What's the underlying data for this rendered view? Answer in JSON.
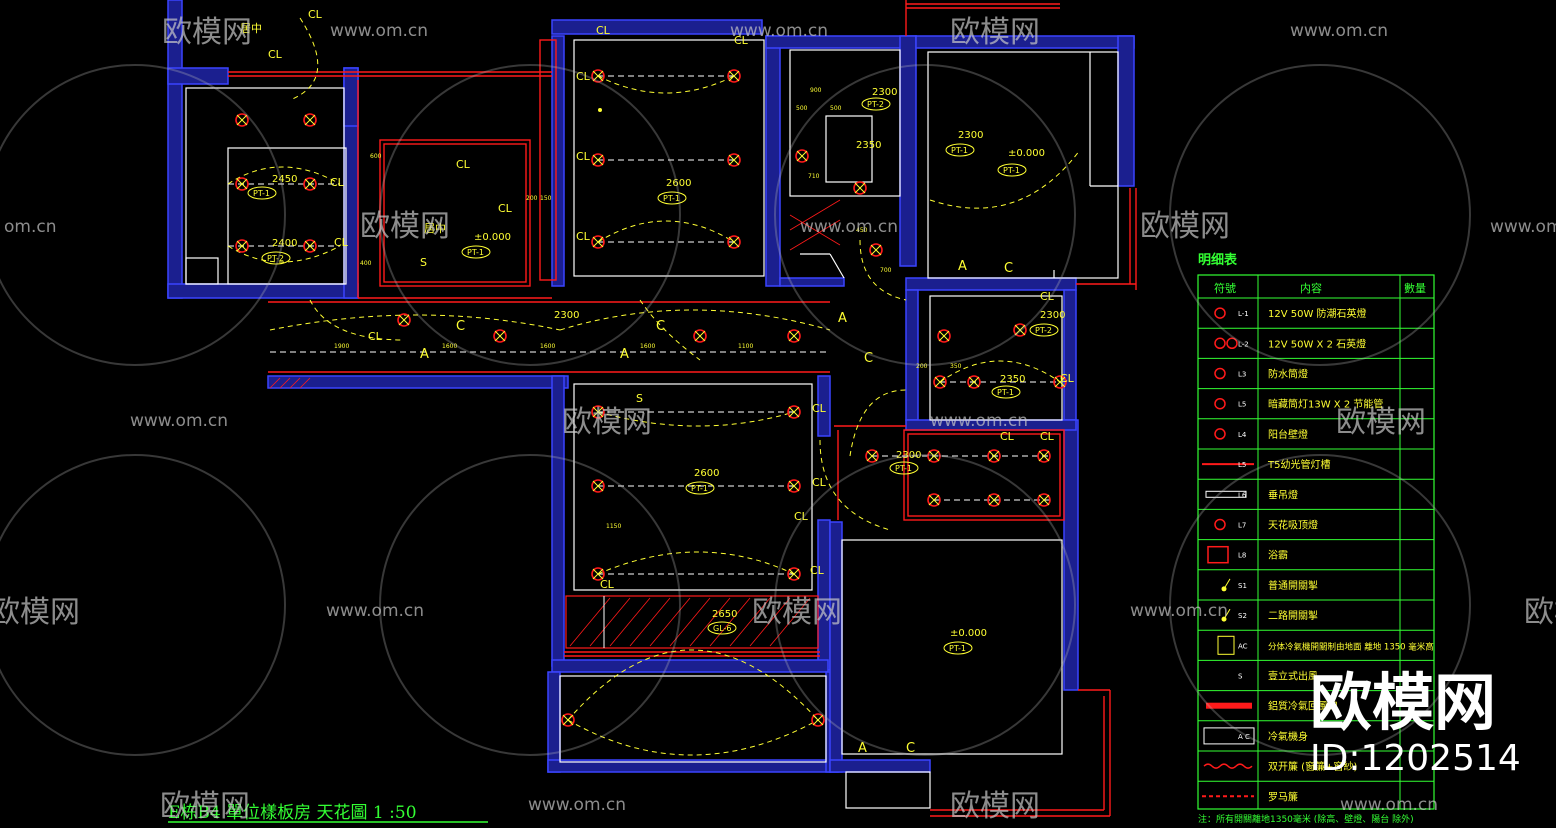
{
  "drawing": {
    "title": "E栋B4 單位樣板房  天花圖  1 :50"
  },
  "colors": {
    "background": "#000000",
    "wall_fill": "#1b1f8f",
    "wall_edge": "#3a44ff",
    "red_line": "#ff1a1a",
    "white_line": "#ffffff",
    "yellow_text": "#ffff33",
    "green_text": "#33ff33"
  },
  "rooms": {
    "labels_center": [
      "居中",
      "居中"
    ],
    "ceiling_heights": [
      "2300",
      "2300",
      "2350",
      "2450",
      "2400",
      "2600",
      "2300",
      "2300",
      "2350",
      "2600",
      "2300",
      "2650",
      "±0.000",
      "±0.000",
      "±0.000"
    ],
    "material_tags": [
      "PT-1",
      "PT-2",
      "PT-1",
      "PT-1",
      "PT-2",
      "PT-1",
      "PT-1",
      "PT-2",
      "PT-1",
      "PT-1",
      "PT-1",
      "PT-1",
      "GL-6"
    ],
    "section_letters": [
      "A",
      "C",
      "A",
      "C",
      "A",
      "C",
      "A",
      "C",
      "A",
      "C",
      "S",
      "S"
    ],
    "dimensions": [
      "1900",
      "1600",
      "1600",
      "1600",
      "1100",
      "900",
      "500",
      "500",
      "600",
      "400",
      "150",
      "200",
      "710",
      "1150",
      "450",
      "700",
      "200",
      "350"
    ],
    "centerline": "CL"
  },
  "legend": {
    "title": "明细表",
    "headers": [
      "符號",
      "内容",
      "數量"
    ],
    "rows": [
      {
        "code": "L-1",
        "text": "12V 50W 防潮石英燈"
      },
      {
        "code": "L-2",
        "text": "12V 50W X 2 石英燈"
      },
      {
        "code": "L3",
        "text": "防水筒燈"
      },
      {
        "code": "L5",
        "text": "暗藏筒灯13W X 2 节能管"
      },
      {
        "code": "L4",
        "text": "阳台壁燈"
      },
      {
        "code": "L5",
        "text": "T5幼光管灯槽"
      },
      {
        "code": "L6",
        "text": "垂吊燈"
      },
      {
        "code": "L7",
        "text": "天花吸顶燈"
      },
      {
        "code": "L8",
        "text": "浴霸"
      },
      {
        "code": "S1",
        "text": "普通開關掣"
      },
      {
        "code": "S2",
        "text": "二路開關掣"
      },
      {
        "code": "AC",
        "text": "分体冷氣機開關制由地面 離地 1350 毫米高"
      },
      {
        "code": "S",
        "text": "壹立式出風"
      },
      {
        "code": "",
        "text": "鋁質冷氣回風口"
      },
      {
        "code": "A C",
        "text": "冷氣機身"
      },
      {
        "code": "",
        "text": "双开簾 (窗簾+窗紗)"
      },
      {
        "code": "",
        "text": "罗马簾"
      }
    ],
    "footnote": "注：所有開關離地1350毫米 (除高、壁燈、陽台 除外)"
  },
  "watermark": {
    "site": "www.om.cn",
    "site_short": "om.cn",
    "brand": "欧模网",
    "id_label": "ID:1202514"
  }
}
